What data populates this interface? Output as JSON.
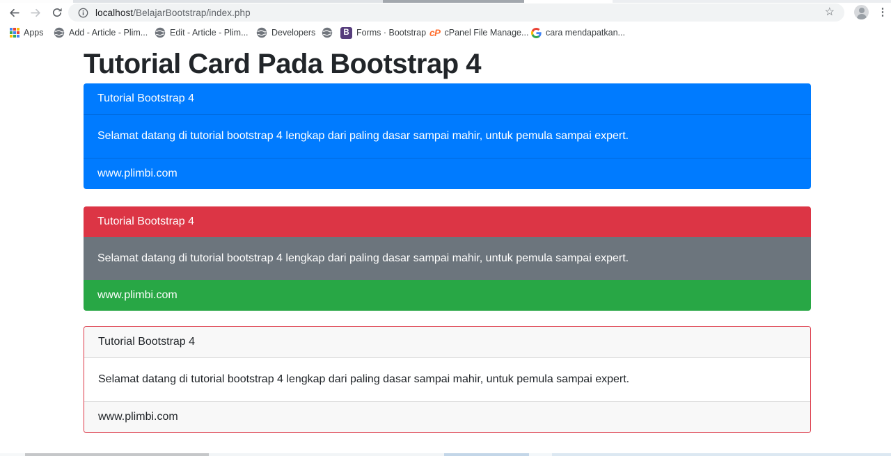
{
  "browser": {
    "url": {
      "host": "localhost",
      "path": "/BelajarBootstrap/index.php"
    },
    "bookmarks_bar": {
      "items": [
        {
          "icon": "apps-grid",
          "label": "Apps"
        },
        {
          "icon": "globe",
          "label": "Add - Article - Plim..."
        },
        {
          "icon": "globe",
          "label": "Edit - Article - Plim..."
        },
        {
          "icon": "globe",
          "label": "Developers"
        },
        {
          "icon": "globe",
          "label": ""
        },
        {
          "icon": "bootstrap-b",
          "label": "Forms · Bootstrap",
          "icon_text": "B"
        },
        {
          "icon": "cpanel",
          "label": "cPanel File Manage...",
          "icon_text": "cP"
        },
        {
          "icon": "google-g",
          "label": "cara mendapatkan..."
        }
      ]
    },
    "icons": {
      "star": "☆",
      "menu_dots": "⋮"
    }
  },
  "page": {
    "heading": "Tutorial Card Pada Bootstrap 4",
    "cards": [
      {
        "header": "Tutorial Bootstrap 4",
        "body": "Selamat datang di tutorial bootstrap 4 lengkap dari paling dasar sampai mahir, untuk pemula sampai expert.",
        "footer": "www.plimbi.com",
        "colors": {
          "header_bg": "#007bff",
          "body_bg": "#007bff",
          "footer_bg": "#007bff",
          "text": "#ffffff"
        }
      },
      {
        "header": "Tutorial Bootstrap 4",
        "body": "Selamat datang di tutorial bootstrap 4 lengkap dari paling dasar sampai mahir, untuk pemula sampai expert.",
        "footer": "www.plimbi.com",
        "colors": {
          "header_bg": "#dc3545",
          "body_bg": "#6c757d",
          "footer_bg": "#28a745",
          "text": "#ffffff"
        }
      },
      {
        "header": "Tutorial Bootstrap 4",
        "body": "Selamat datang di tutorial bootstrap 4 lengkap dari paling dasar sampai mahir, untuk pemula sampai expert.",
        "footer": "www.plimbi.com",
        "colors": {
          "header_bg": "#f8f8f8",
          "body_bg": "#ffffff",
          "footer_bg": "#f8f8f8",
          "text": "#212529",
          "border": "#dc3545"
        }
      }
    ]
  },
  "colors": {
    "bootstrap_primary": "#007bff",
    "bootstrap_danger": "#dc3545",
    "bootstrap_secondary": "#6c757d",
    "bootstrap_success": "#28a745",
    "heading_text": "#212529",
    "omnibox_bg": "#f1f3f4",
    "toolbar_icon": "#5f6368"
  }
}
